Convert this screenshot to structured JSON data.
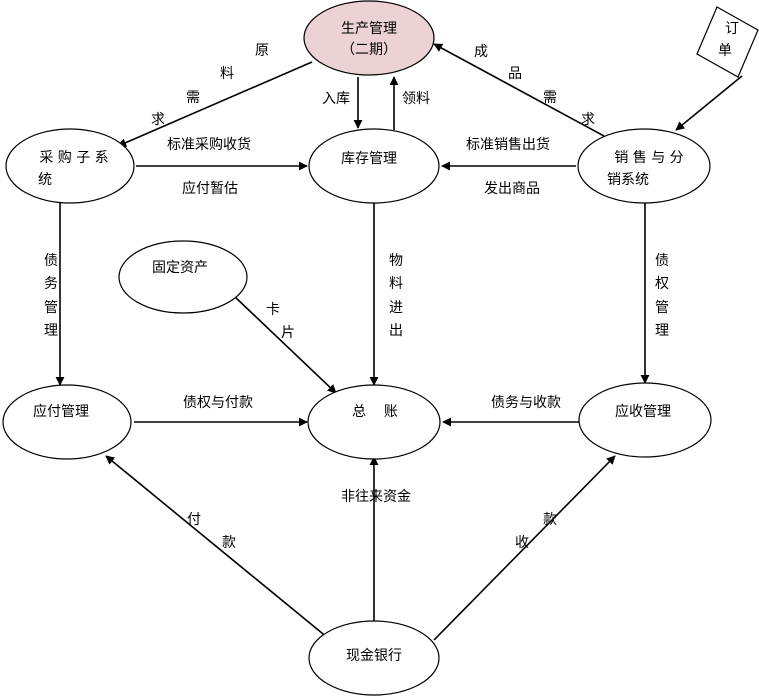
{
  "colors": {
    "stroke": "#000000",
    "fill": "#ffffff",
    "highlight_fill": "#ecd2d4"
  },
  "nodes": {
    "production": {
      "line1": "生产管理",
      "line2": "（二期）"
    },
    "order": {
      "line1": "订",
      "line2": "单"
    },
    "purchase": {
      "line1": "采 购 子 系",
      "line2": "统"
    },
    "inventory": {
      "label": "库存管理"
    },
    "sales": {
      "line1": "销 售 与 分",
      "line2": "销系统"
    },
    "fixed_assets": {
      "label": "固定资产"
    },
    "payables": {
      "label": "应付管理"
    },
    "ledger": {
      "label": "总    账"
    },
    "receivables": {
      "label": "应收管理"
    },
    "cash_bank": {
      "label": "现金银行"
    }
  },
  "edges": {
    "raw_material_demand": {
      "c1": "原",
      "c2": "料",
      "c3": "需",
      "c4": "求"
    },
    "goods_in": {
      "label": "入库"
    },
    "material_issue": {
      "label": "领料"
    },
    "product_demand": {
      "c1": "成",
      "c2": "品",
      "c3": "需",
      "c4": "求"
    },
    "std_purchase_receipt": {
      "label": "标准采购收货"
    },
    "payable_estimate": {
      "label": "应付暂估"
    },
    "std_sales_shipment": {
      "label": "标准销售出货"
    },
    "goods_shipped": {
      "label": "发出商品"
    },
    "debt_management": {
      "c1": "债",
      "c2": "务",
      "c3": "管",
      "c4": "理"
    },
    "material_in_out": {
      "c1": "物",
      "c2": "料",
      "c3": "进",
      "c4": "出"
    },
    "credit_management": {
      "c1": "债",
      "c2": "权",
      "c3": "管",
      "c4": "理"
    },
    "card": {
      "c1": "卡",
      "c2": "片"
    },
    "credit_and_payment": {
      "label": "债权与付款"
    },
    "debt_and_collection": {
      "label": "债务与收款"
    },
    "payment": {
      "c1": "付",
      "c2": "款"
    },
    "non_transaction_funds": {
      "label": "非往来资金"
    },
    "receipt": {
      "c1": "款",
      "c2": "收"
    }
  }
}
